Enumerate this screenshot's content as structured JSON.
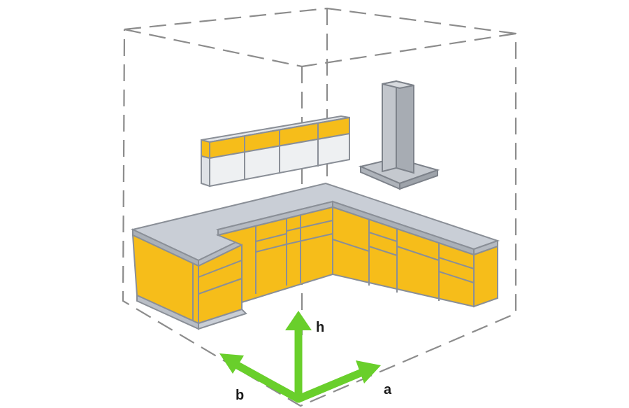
{
  "diagram": {
    "axis_labels": {
      "h": "h",
      "a": "a",
      "b": "b"
    },
    "colors": {
      "cabinet": "#f6bd1a",
      "countertop": "#c9ced6",
      "cabinet_outline": "#8a8f97",
      "axis": "#69cf2b",
      "room_outline": "#8c8c8c"
    },
    "parts": {
      "room": "room-bounding-box",
      "wall_cabinet": "wall-cabinet",
      "range_hood": "range-hood",
      "base_cabinets": "l-shaped-base-cabinets"
    }
  }
}
